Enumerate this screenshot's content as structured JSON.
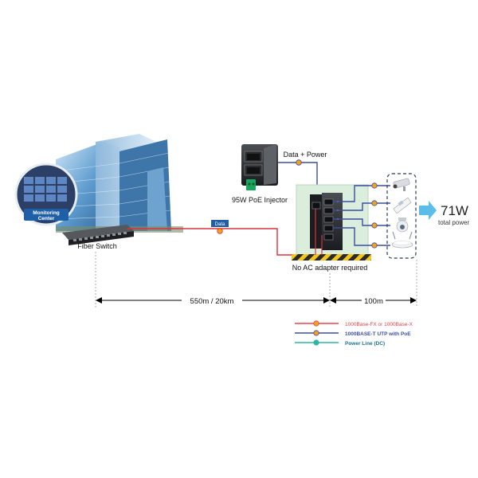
{
  "labels": {
    "monitoring_center": [
      "Monitoring",
      "Center"
    ],
    "fiber_switch": "Fiber Switch",
    "data_tag": "Data",
    "data_power": "Data + Power",
    "injector": "95W PoE Injector",
    "no_ac": "No AC adapter required",
    "power_value": "71W",
    "power_caption": "total power",
    "dist_fiber": "550m / 20km",
    "dist_utp": "100m"
  },
  "legend": [
    {
      "label": "1000Base-FX or 1000Base-X",
      "color": "#e8434b",
      "text_color": "#e8434b"
    },
    {
      "label": "1000BASE-T UTP with PoE",
      "color": "#3b4f9e",
      "text_color": "#3b4f9e"
    },
    {
      "label": "Power Line (DC)",
      "color": "#2bb7a0",
      "text_color": "#1f6f8b"
    }
  ],
  "colors": {
    "fiber": "#d8343b",
    "utp": "#3b4f9e",
    "power": "#2bb7a0",
    "node": "#f2a21b",
    "arrow": "#5bbde8",
    "data_tag_bg": "#1f5fa8"
  },
  "icons": [
    "building",
    "monitor-wall",
    "fiber-switch",
    "poe-injector",
    "industrial-switch",
    "ip-camera",
    "ip-phone",
    "ptz-camera",
    "wireless-ap"
  ]
}
